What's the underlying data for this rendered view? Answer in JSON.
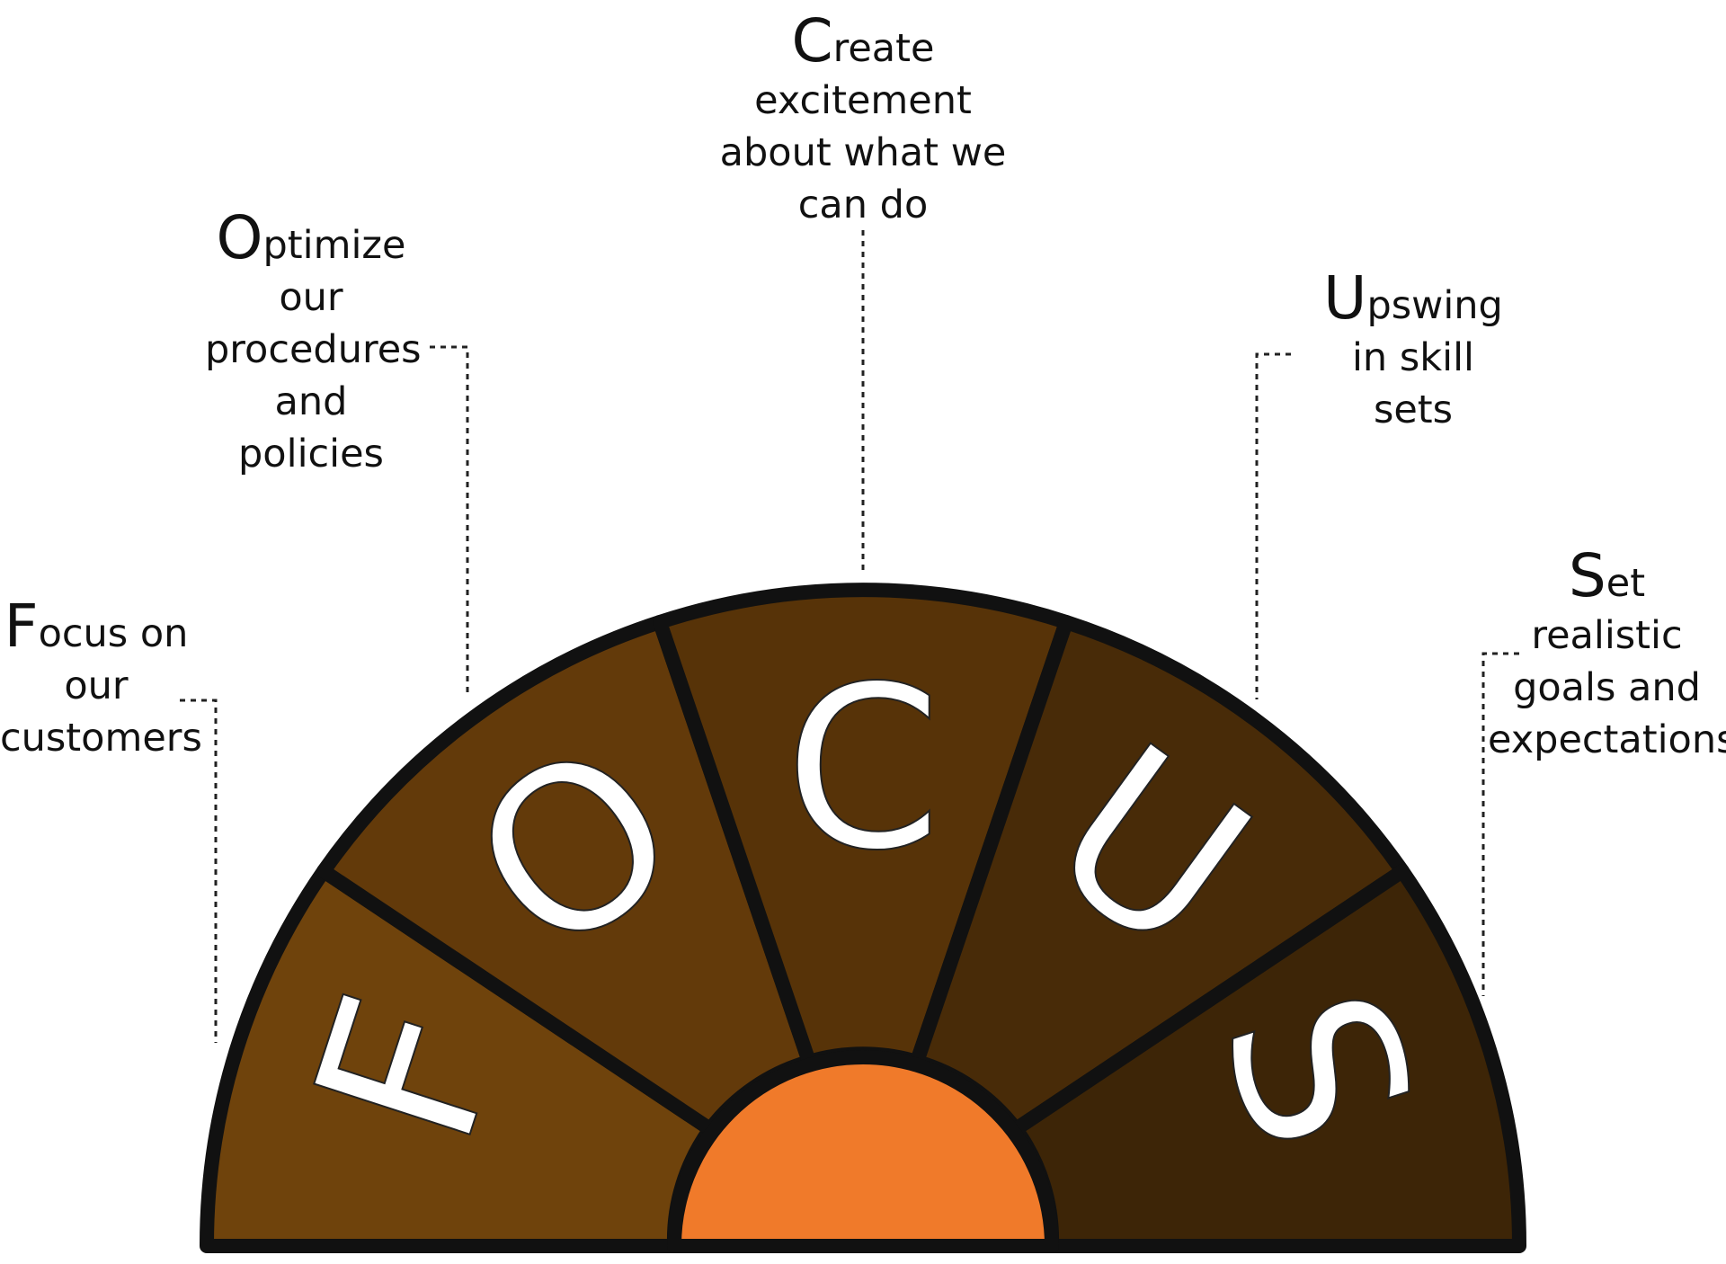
{
  "colors": {
    "outline": "#111111",
    "hub": "#F07A2A",
    "sector_f": "#6F430C",
    "sector_o": "#633A0A",
    "sector_c": "#573308",
    "sector_u": "#482B08",
    "sector_s": "#3D2507",
    "letters": "#FFFFFF"
  },
  "sectors": [
    {
      "letter": "F",
      "initial": "F",
      "rest": "ocus on",
      "lines": [
        "our",
        "customers"
      ]
    },
    {
      "letter": "O",
      "initial": "O",
      "rest": "ptimize",
      "lines": [
        "our",
        "procedures",
        "and",
        "policies"
      ]
    },
    {
      "letter": "C",
      "initial": "C",
      "rest": "reate",
      "lines": [
        "excitement",
        "about what we",
        "can do"
      ]
    },
    {
      "letter": "U",
      "initial": "U",
      "rest": "pswing",
      "lines": [
        "in skill",
        "sets"
      ]
    },
    {
      "letter": "S",
      "initial": "S",
      "rest": "et",
      "lines": [
        "realistic",
        "goals and",
        "expectations"
      ]
    }
  ]
}
